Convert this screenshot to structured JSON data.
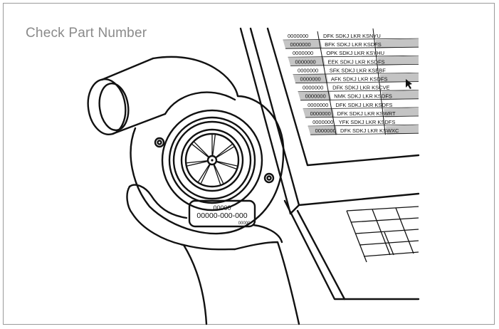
{
  "title": "Check Part Number",
  "plate": {
    "line1": "00000",
    "line2": "00000-000-000",
    "line3": "00000"
  },
  "table": {
    "rows": [
      {
        "code": "0000000",
        "part": "DFK SDKJ LKR KSNYU"
      },
      {
        "code": "0000000",
        "part": "BFK SDKJ LKR KSDFS"
      },
      {
        "code": "0000000",
        "part": "OPK SDKJ LKR KSYHU"
      },
      {
        "code": "0000000",
        "part": "EEK SDKJ LKR KSDFS"
      },
      {
        "code": "0000000",
        "part": "SFK SDKJ LKR KSEBF"
      },
      {
        "code": "0000000",
        "part": "AFK SDKJ LKR KSDFS"
      },
      {
        "code": "0000000",
        "part": "DFK SDKJ LKR KSCVE"
      },
      {
        "code": "0000000",
        "part": "NMK SDKJ LKR KSDFS"
      },
      {
        "code": "0000000",
        "part": "DFK SDKJ LKR KSDFS"
      },
      {
        "code": "0000000",
        "part": "DFK SDKJ LKR KSWRT"
      },
      {
        "code": "0000000",
        "part": "YFK SDKJ LKR KSDFS"
      },
      {
        "code": "0000000",
        "part": "DFK SDKJ LKR KSWXC"
      }
    ]
  },
  "colors": {
    "row_shade": "#c4c4c4",
    "line": "#111111",
    "title": "#8a8a8a",
    "frame": "#9a9a9a"
  },
  "icons": {
    "cursor": "mouse-pointer-icon"
  }
}
